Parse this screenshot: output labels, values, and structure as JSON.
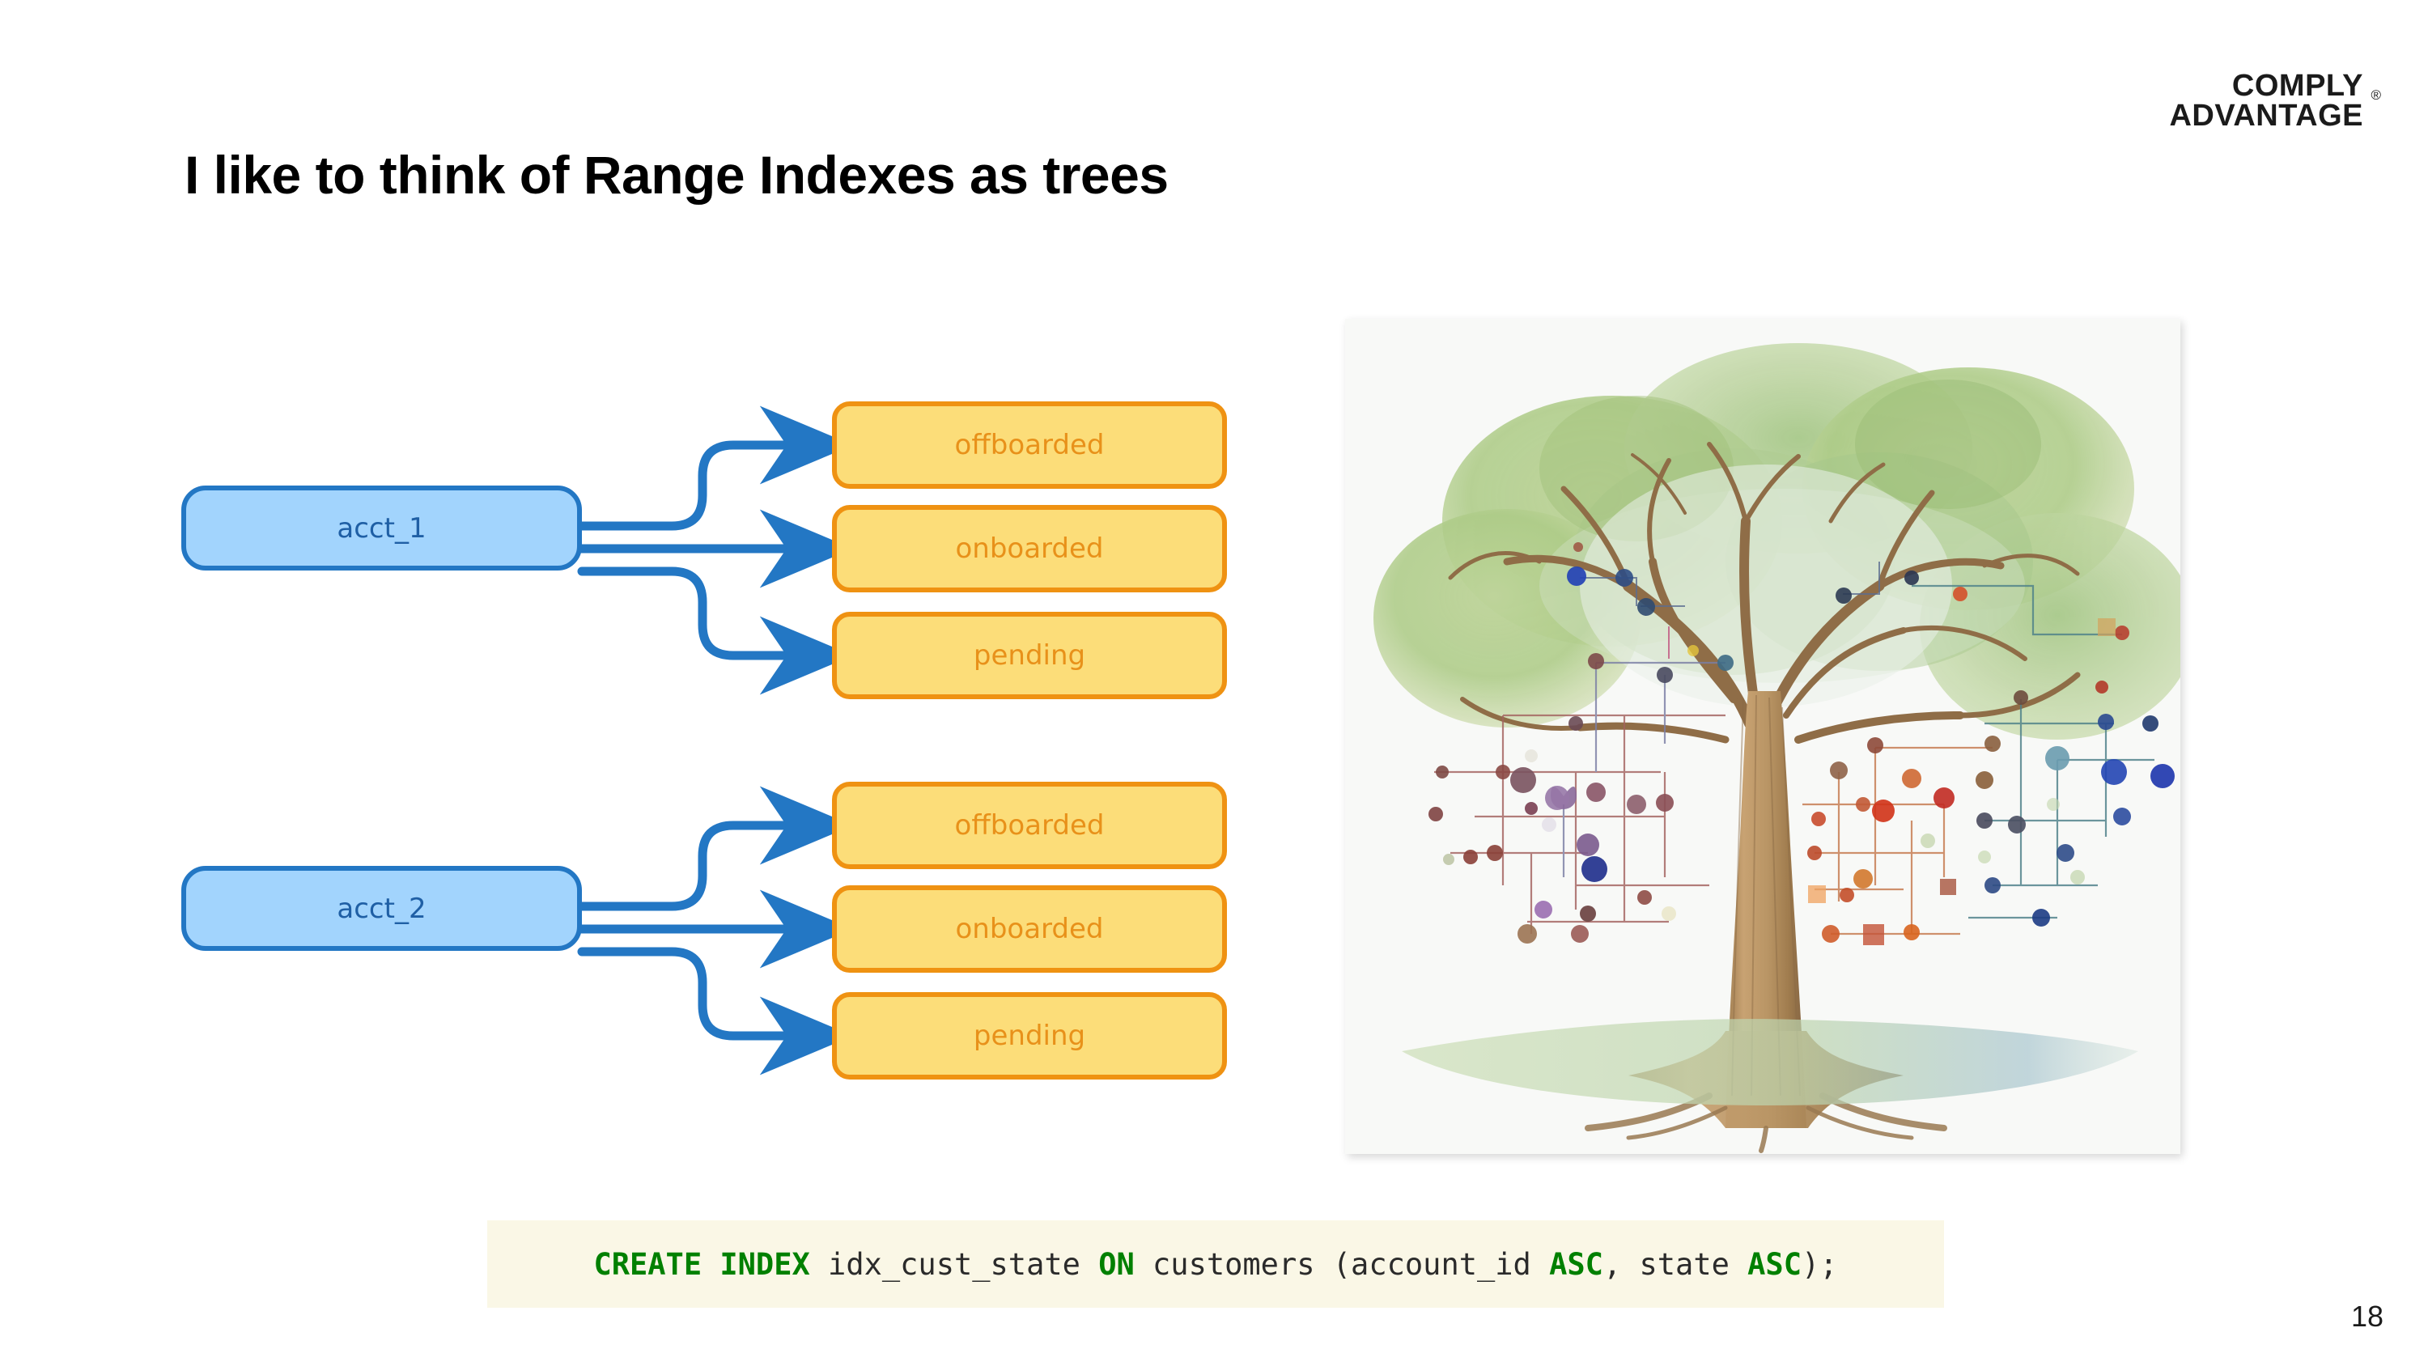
{
  "slide": {
    "title": "I like to think of Range Indexes as trees",
    "page_number": "18",
    "background_color": "#ffffff"
  },
  "logo": {
    "line1": "COMPLY",
    "line2": "ADVANTAGE",
    "registered_mark": "®"
  },
  "diagram": {
    "colors": {
      "arrow": "#2377c4",
      "blue_fill": "#a2d4fd",
      "blue_border": "#2377c4",
      "blue_text": "#1f5fa5",
      "yellow_fill": "#fcdd79",
      "yellow_border": "#ef9212",
      "yellow_text": "#e8911a"
    },
    "groups": [
      {
        "account": "acct_1",
        "states": [
          "offboarded",
          "onboarded",
          "pending"
        ]
      },
      {
        "account": "acct_2",
        "states": [
          "offboarded",
          "onboarded",
          "pending"
        ]
      }
    ]
  },
  "illustration": {
    "alt": "watercolor tree with network node graph overlay",
    "background_color": "#f7f8f6"
  },
  "code": {
    "tokens": [
      {
        "text": "CREATE INDEX",
        "keyword": true
      },
      {
        "text": " idx_cust_state ",
        "keyword": false
      },
      {
        "text": "ON",
        "keyword": true
      },
      {
        "text": " customers (account_id ",
        "keyword": false
      },
      {
        "text": "ASC",
        "keyword": true
      },
      {
        "text": ", state ",
        "keyword": false
      },
      {
        "text": "ASC",
        "keyword": true
      },
      {
        "text": ");",
        "keyword": false
      }
    ],
    "full_text": "CREATE INDEX idx_cust_state ON customers (account_id ASC, state ASC);",
    "keyword_color": "#008000",
    "background_color": "#faf7e6"
  }
}
